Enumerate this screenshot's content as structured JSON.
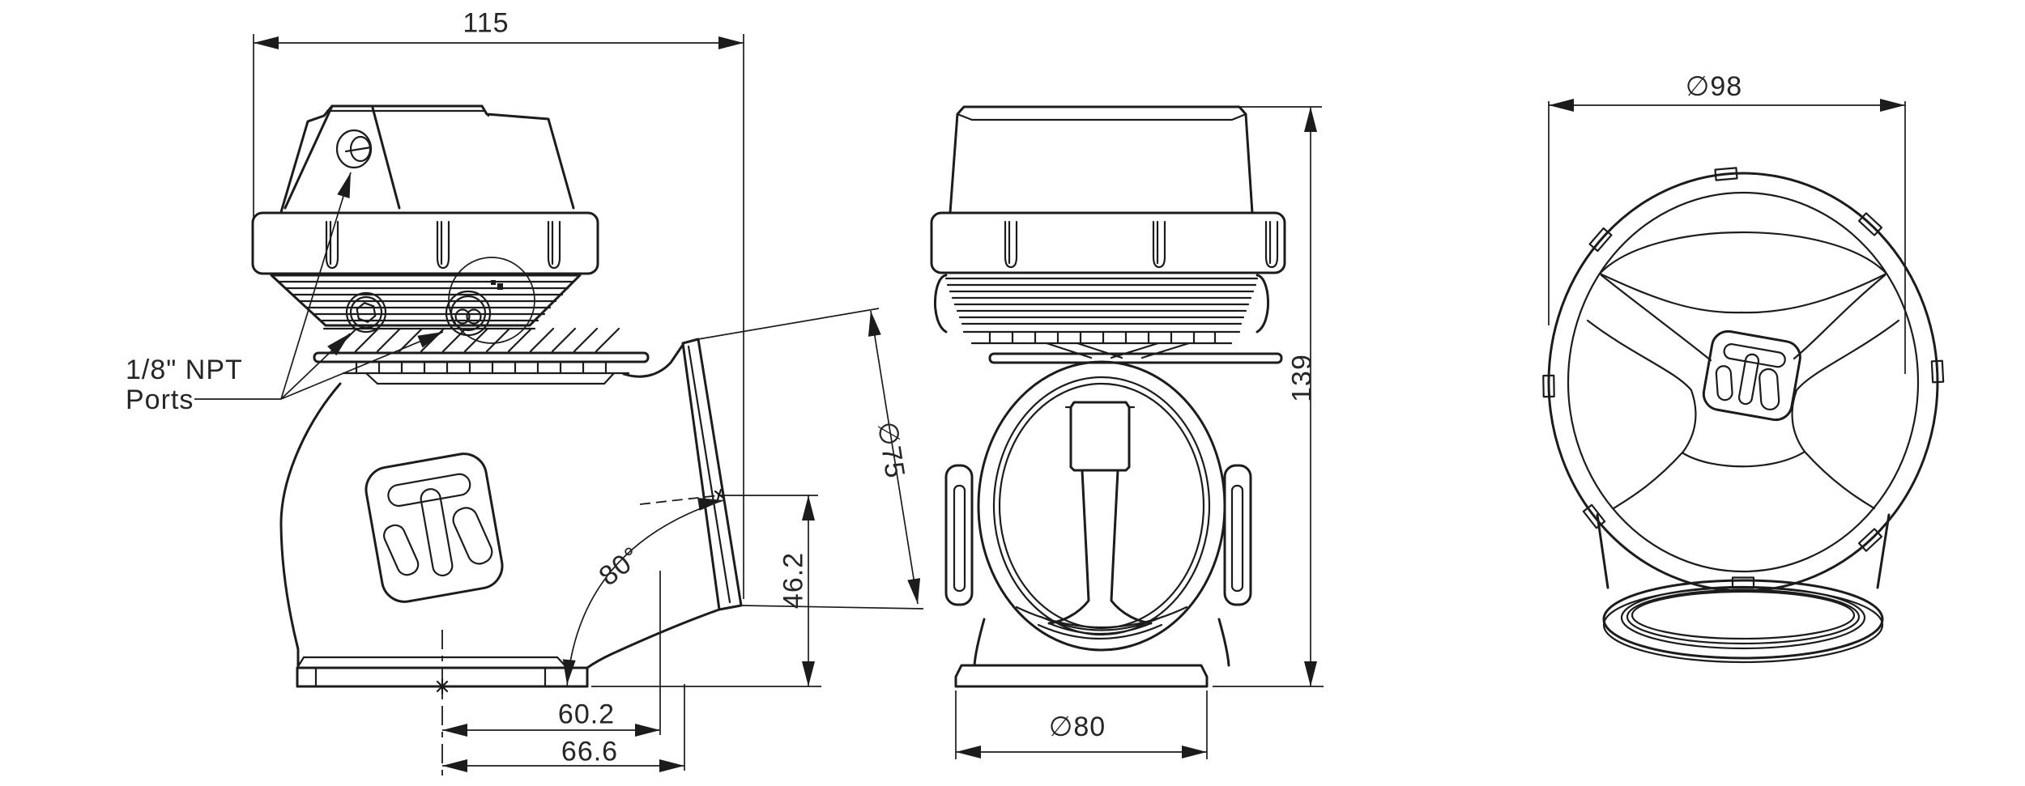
{
  "canvas": {
    "background": "#ffffff",
    "line_color": "#1c1c1c",
    "text_color": "#262626"
  },
  "labels": {
    "npt_ports": {
      "line1": "1/8\" NPT",
      "line2": "Ports"
    }
  },
  "dimensions": {
    "overall_width": {
      "text": "115",
      "value": 115,
      "unit": "mm"
    },
    "cap_diameter": {
      "text": "∅98",
      "value": 98,
      "unit": "mm"
    },
    "overall_height": {
      "text": "139",
      "value": 139,
      "unit": "mm"
    },
    "base_diameter": {
      "text": "∅80",
      "value": 80,
      "unit": "mm"
    },
    "outlet_diameter": {
      "text": "∅75",
      "value": 75,
      "unit": "mm"
    },
    "outlet_angle": {
      "text": "80°",
      "value": 80,
      "unit": "deg"
    },
    "outlet_centre_height": {
      "text": "46.2",
      "value": 46.2,
      "unit": "mm"
    },
    "outlet_offset": {
      "text": "60.2",
      "value": 60.2,
      "unit": "mm"
    },
    "outlet_offset_outer": {
      "text": "66.6",
      "value": 66.6,
      "unit": "mm"
    }
  }
}
